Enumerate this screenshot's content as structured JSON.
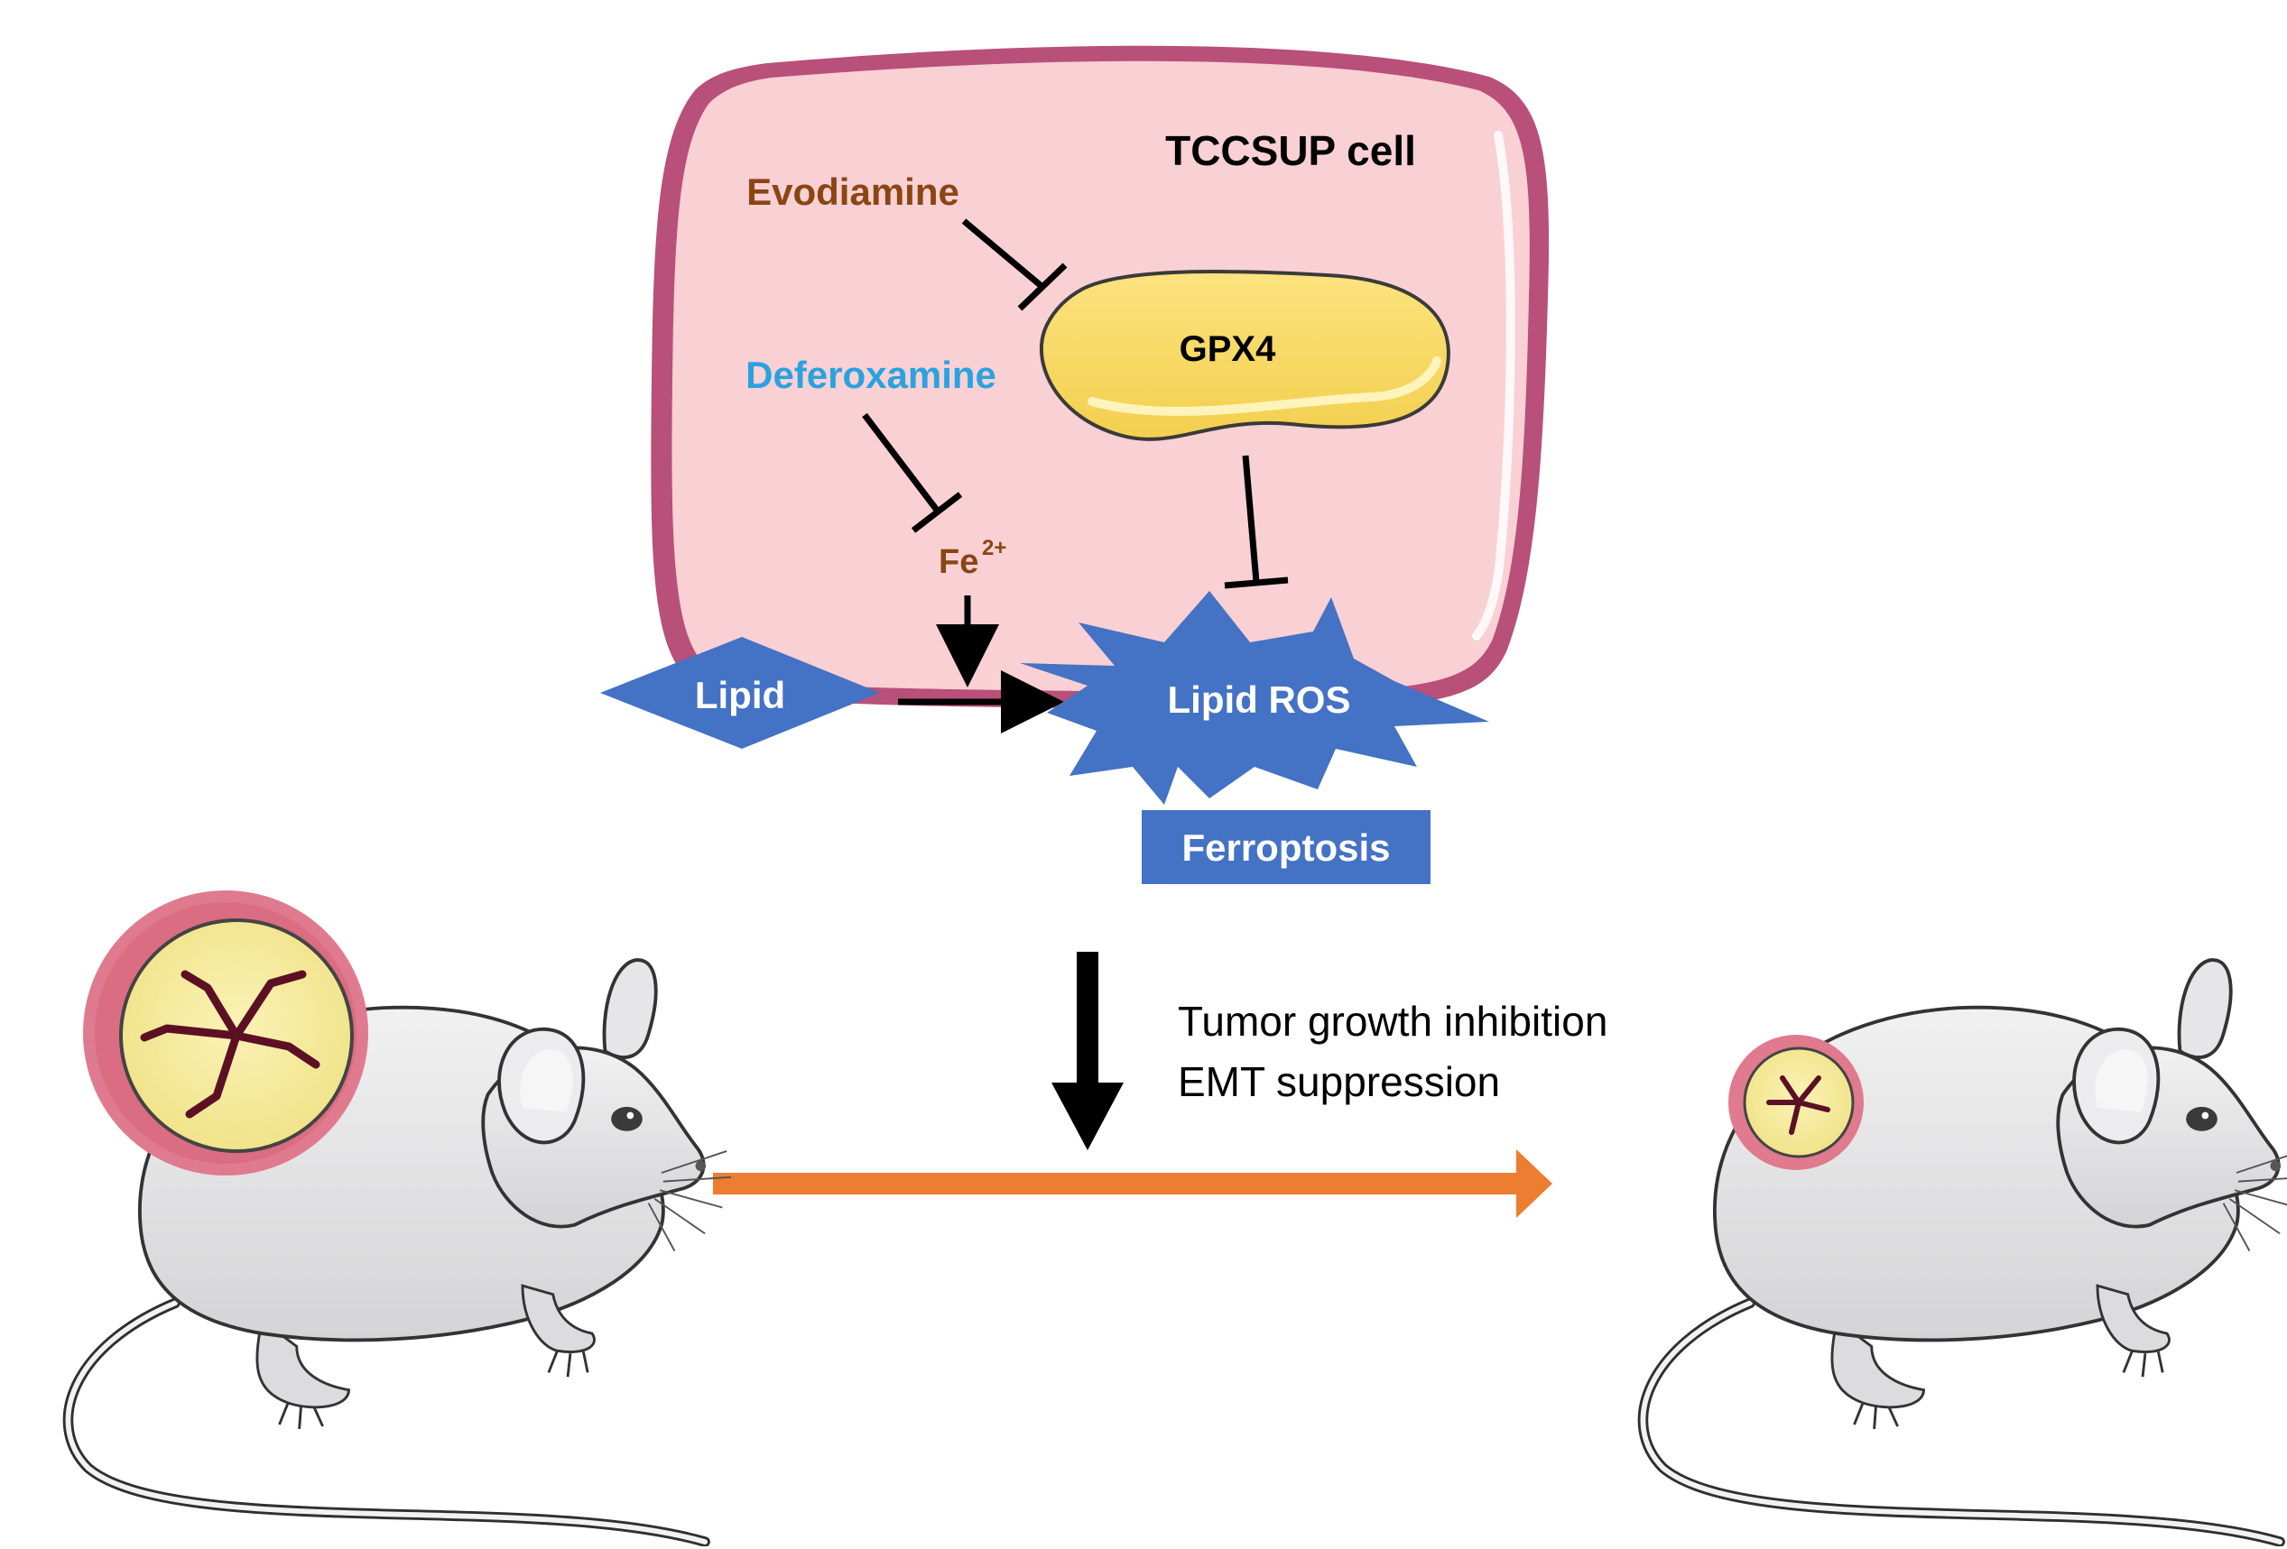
{
  "cell": {
    "title": "TCCSUP cell",
    "membrane_color": "#b8507a",
    "fill_color": "#f9d0d4"
  },
  "drugs": {
    "evodiamine": {
      "label": "Evodiamine",
      "color": "#8b4513"
    },
    "deferoxamine": {
      "label": "Deferoxamine",
      "color": "#29a3e0"
    }
  },
  "nodes": {
    "gpx4": {
      "label": "GPX4",
      "color": "#f7d96a"
    },
    "fe": {
      "base": "Fe",
      "superscript": "2+",
      "color": "#8b4513"
    },
    "lipid": {
      "label": "Lipid",
      "color": "#4472c4"
    },
    "lipid_ros": {
      "label": "Lipid ROS",
      "color": "#4472c4"
    },
    "ferroptosis": {
      "label": "Ferroptosis",
      "color": "#4472c4"
    }
  },
  "outcomes": {
    "line1": "Tumor growth inhibition",
    "line2": "EMT suppression",
    "arrow_color": "#ed7d31"
  },
  "mice": {
    "before": {
      "tumor_size": "large"
    },
    "after": {
      "tumor_size": "small"
    }
  }
}
